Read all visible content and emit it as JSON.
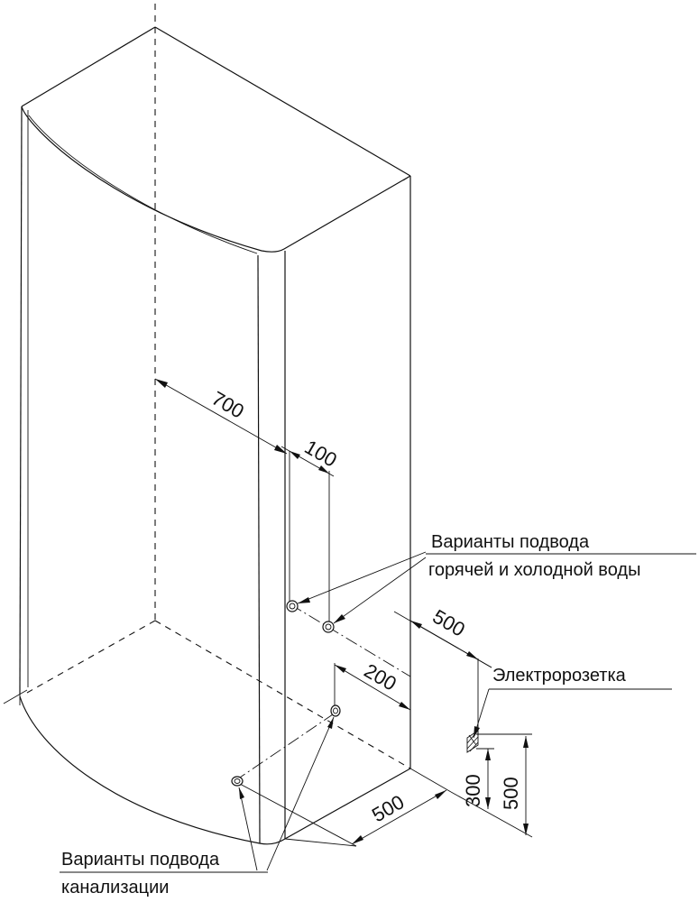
{
  "dimensions": {
    "wall_width": "700",
    "water_offset": "100",
    "water_spacing": "500",
    "drain_spacing": "200",
    "floor_depth": "500",
    "socket_height_low": "300",
    "socket_height_high": "500"
  },
  "labels": {
    "water_supply_line1": "Варианты подвода",
    "water_supply_line2": "горячей и холодной воды",
    "socket": "Электророзетка",
    "drain_line1": "Варианты подвода",
    "drain_line2": "канализации"
  },
  "colors": {
    "line": "#111111",
    "background": "#ffffff"
  }
}
